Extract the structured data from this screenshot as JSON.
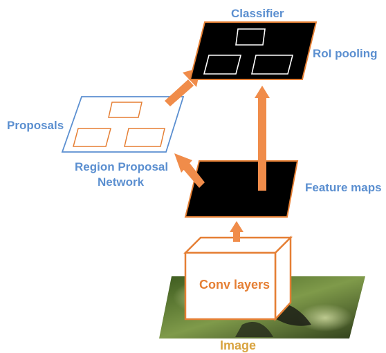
{
  "labels": {
    "classifier": "Classifier",
    "roi_pooling": "RoI pooling",
    "proposals": "Proposals",
    "rpn_line1": "Region Proposal",
    "rpn_line2": "Network",
    "feature_maps": "Feature maps",
    "conv_layers": "Conv layers",
    "image": "Image"
  },
  "colors": {
    "orange": "#e57f34",
    "blue": "#5b8fd0",
    "arrow": "#f08c4a",
    "black": "#000000"
  }
}
